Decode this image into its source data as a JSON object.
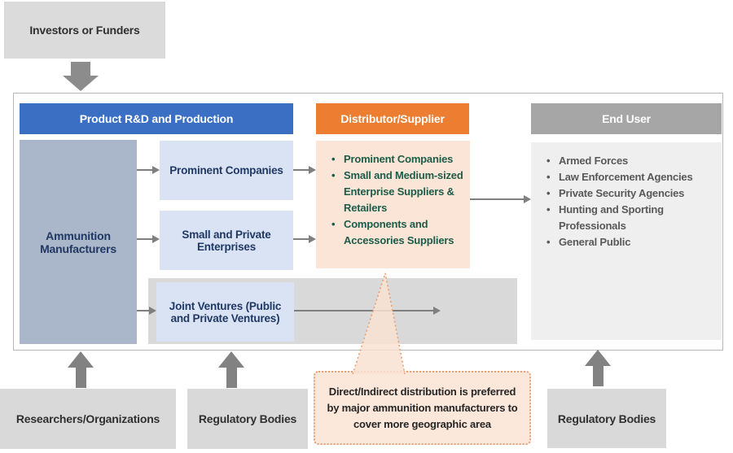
{
  "top": {
    "investors_label": "Investors or Funders"
  },
  "production": {
    "header": "Product R&D and Production",
    "manufacturers_label": "Ammunition Manufacturers",
    "prominent_label": "Prominent Companies",
    "small_private_label": "Small and Private Enterprises",
    "joint_ventures_label": "Joint Ventures (Public and Private Ventures)"
  },
  "distributor": {
    "header": "Distributor/Supplier",
    "items": [
      "Prominent Companies",
      "Small and Medium-sized Enterprise Suppliers & Retailers",
      "Components and Accessories Suppliers"
    ]
  },
  "end_user": {
    "header": "End User",
    "items": [
      "Armed Forces",
      "Law Enforcement Agencies",
      "Private Security Agencies",
      "Hunting and Sporting Professionals",
      "General Public"
    ]
  },
  "callout": {
    "text": "Direct/Indirect distribution is preferred by major ammunition manufacturers to cover more geographic area"
  },
  "bottom": {
    "researchers_label": "Researchers/Organizations",
    "regulatory_left_label": "Regulatory Bodies",
    "regulatory_right_label": "Regulatory Bodies"
  },
  "colors": {
    "production_header": "#3a6fc4",
    "distributor_header": "#ed7d31",
    "end_user_header": "#a6a6a6",
    "manufacturers_box": "#aab6c9",
    "light_blue_box": "#dae3f4",
    "distributor_box": "#fbe5d6",
    "end_user_box": "#efefef",
    "callout_box": "#fbe8db",
    "callout_border": "#e9a077",
    "arrow_gray": "#7f7f7f"
  }
}
